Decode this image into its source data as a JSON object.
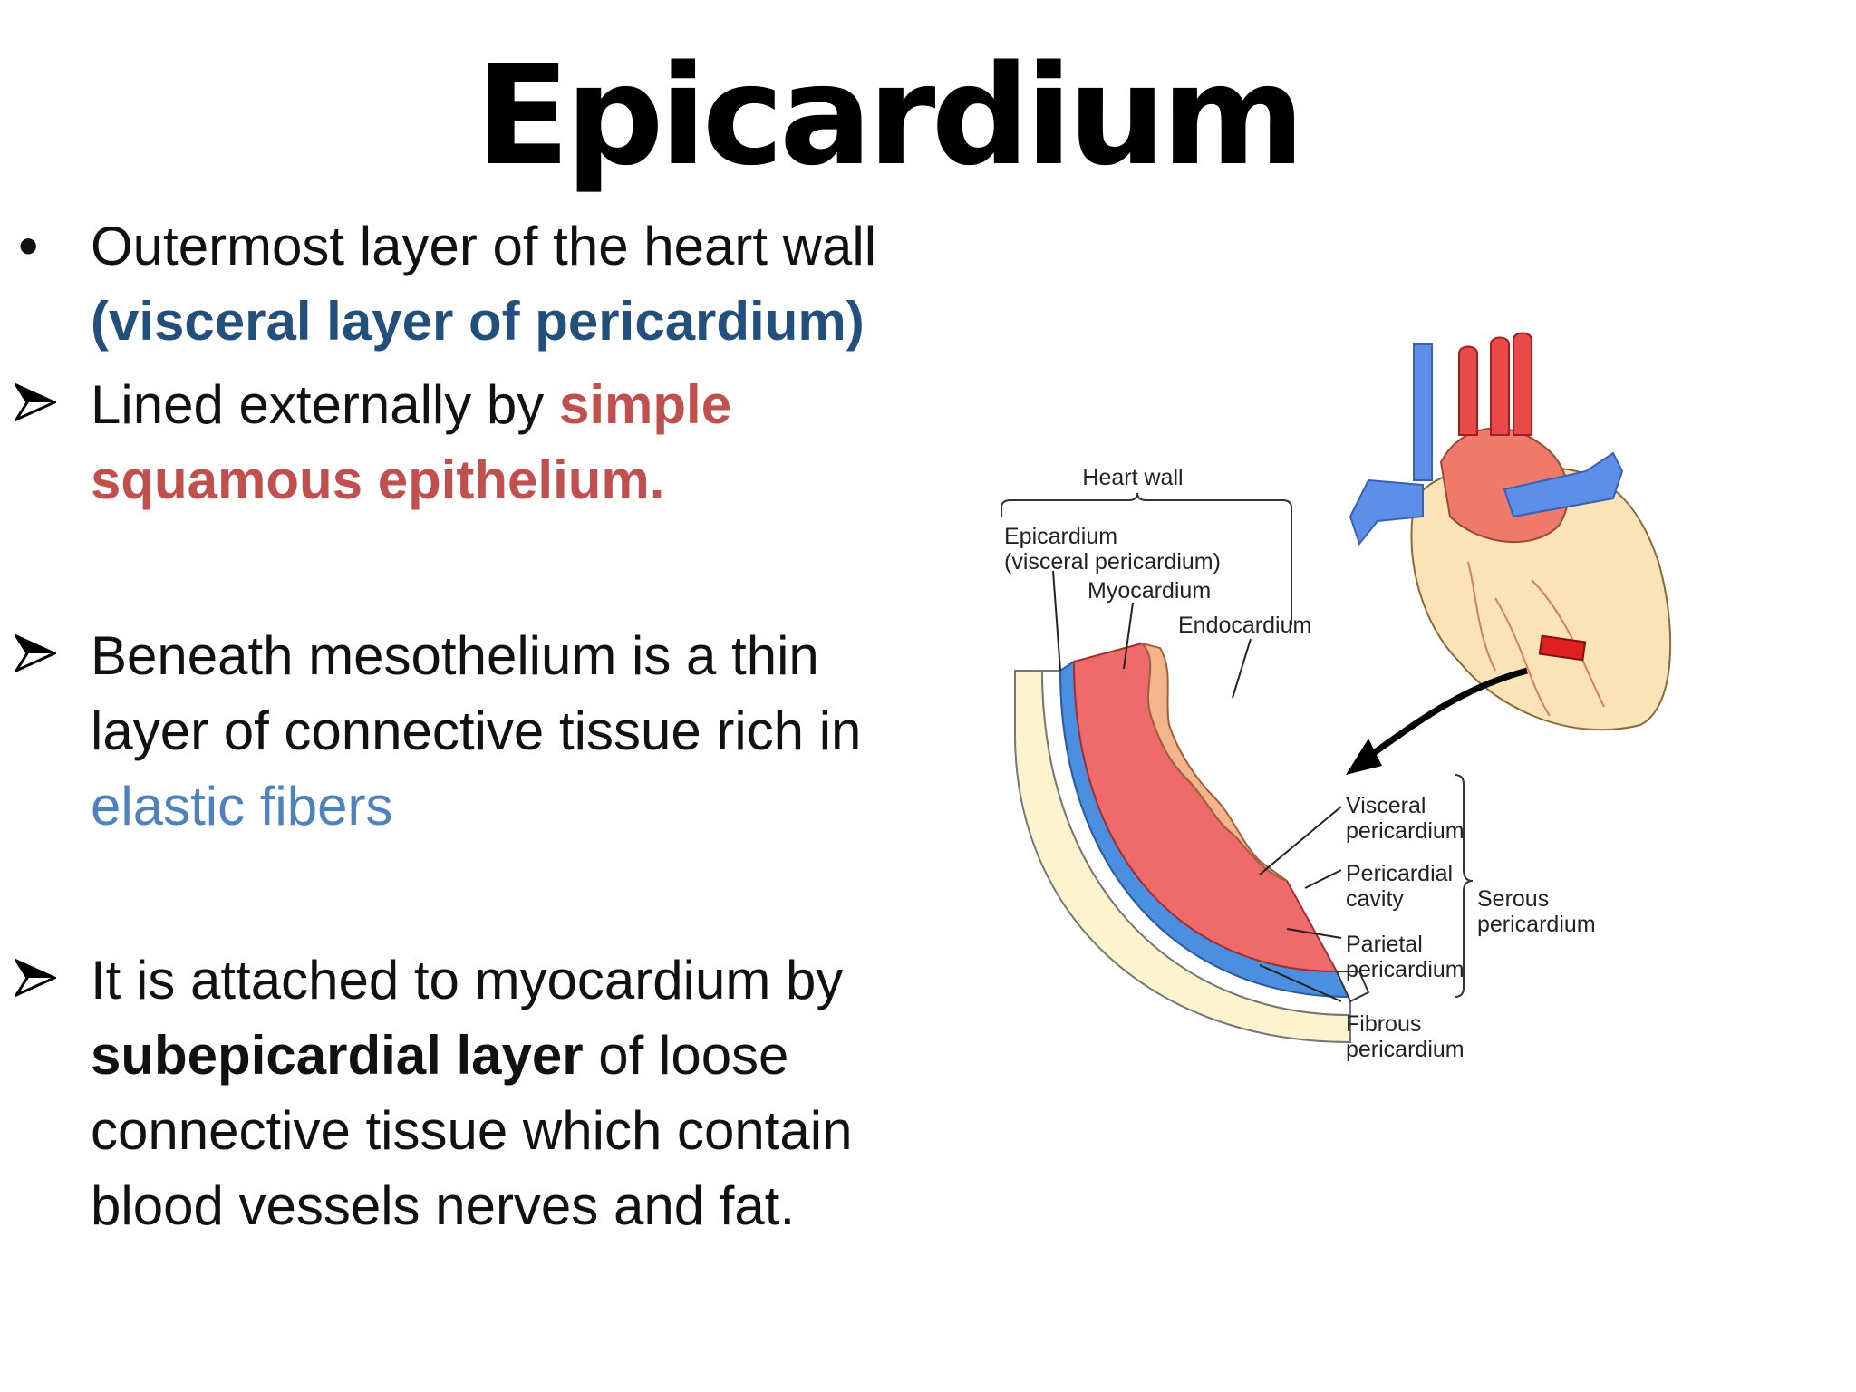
{
  "title": "Epicardium",
  "bullets": [
    {
      "marker": "dot",
      "line1": "Outermost layer of the heart wall",
      "highlight": "(visceral layer of pericardium)"
    },
    {
      "marker": "arrow",
      "plain": "Lined externally by ",
      "highlight1": "simple",
      "highlight2": "squamous epithelium."
    },
    {
      "marker": "arrow",
      "line1": "Beneath mesothelium is a thin",
      "line2": "layer of connective tissue rich in",
      "highlight": "elastic fibers"
    },
    {
      "marker": "arrow",
      "line1": "It is attached to myocardium by",
      "bold": "subepicardial layer",
      "rest": " of loose",
      "line3": "connective tissue which contain",
      "line4": "blood vessels nerves and fat."
    }
  ],
  "figure": {
    "labels": {
      "heart_wall": "Heart wall",
      "epicardium": "Epicardium",
      "visceral_pericardium_paren": "(visceral pericardium)",
      "myocardium": "Myocardium",
      "endocardium": "Endocardium",
      "visceral": "Visceral",
      "pericardium_1": "pericardium",
      "pericardial": "Pericardial",
      "cavity": "cavity",
      "parietal": "Parietal",
      "pericardium_2": "pericardium",
      "fibrous": "Fibrous",
      "pericardium_3": "pericardium",
      "serous": "Serous",
      "pericardium_4": "pericardium"
    }
  }
}
